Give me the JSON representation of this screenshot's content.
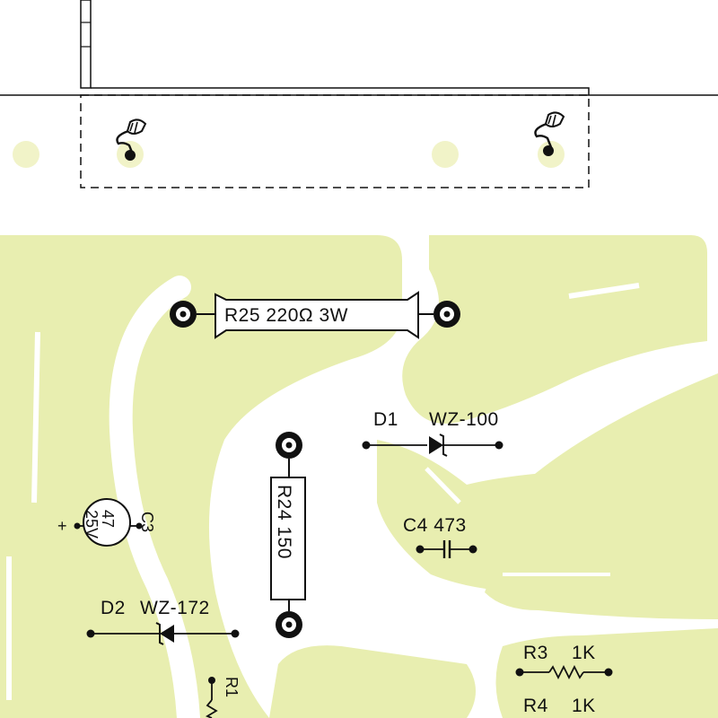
{
  "colors": {
    "copper": "#e8eeb0",
    "ink": "#111111",
    "paper": "#ffffff"
  },
  "components": {
    "r25": {
      "ref": "R25",
      "value": "220Ω",
      "power": "3W"
    },
    "r24": {
      "ref": "R24",
      "value": "150"
    },
    "d1": {
      "ref": "D1",
      "part": "WZ-100"
    },
    "d2": {
      "ref": "D2",
      "part": "WZ-172"
    },
    "c4": {
      "ref": "C4",
      "value": "473"
    },
    "c3": {
      "ref": "C3",
      "value": "47",
      "voltage": "25V",
      "polarity": "+"
    },
    "r3": {
      "ref": "R3",
      "value": "1K"
    },
    "r4": {
      "ref": "R4",
      "value": "1K"
    },
    "r1": {
      "ref": "R1"
    }
  },
  "icons": [
    "screw-icon",
    "resistor-icon",
    "zener-diode-icon",
    "capacitor-icon",
    "solder-pad-icon"
  ]
}
